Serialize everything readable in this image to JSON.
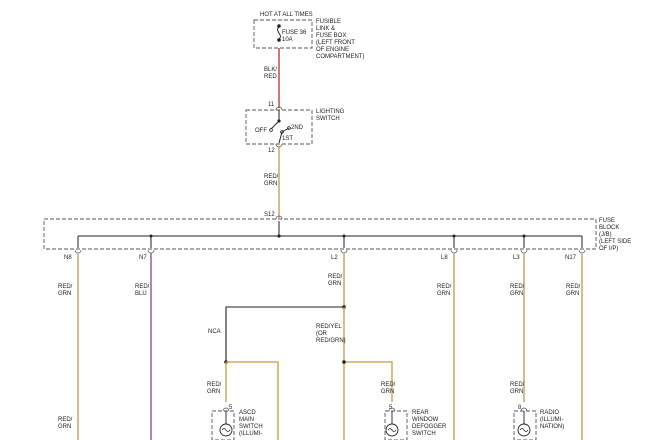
{
  "header": {
    "hot_label": "HOT AT ALL TIMES"
  },
  "fuse": {
    "label_lines": [
      "FUSE 36",
      "10A"
    ],
    "box_note_lines": [
      "FUSIBLE",
      "LINK &",
      "FUSE BOX",
      "(LEFT FRONT",
      "OF ENGINE",
      "COMPARTMENT)"
    ]
  },
  "wire_feed": {
    "lines": [
      "BLK/",
      "RED"
    ],
    "color": "#b03030"
  },
  "lighting_switch": {
    "pin_in": "11",
    "pin_out": "12",
    "name_lines": [
      "LIGHTING",
      "SWITCH"
    ],
    "positions": {
      "off": "OFF",
      "first": "1ST",
      "second": "2ND"
    }
  },
  "wire_switch_out": {
    "lines": [
      "RED/",
      "GRN"
    ],
    "color": "#c8964a"
  },
  "fuse_block": {
    "splice": "S12",
    "name_lines": [
      "FUSE",
      "BLOCK",
      "(J/B)",
      "(LEFT SIDE",
      "OF I/P)"
    ]
  },
  "terminals": [
    {
      "id": "N8",
      "wire_lines": [
        "RED/",
        "GRN"
      ],
      "color": "#c8964a"
    },
    {
      "id": "N7",
      "wire_lines": [
        "RED/",
        "BLU"
      ],
      "color": "#7a4a8a"
    },
    {
      "id": "L2",
      "wire_lines": [
        "RED/",
        "GRN"
      ],
      "color": "#c8964a"
    },
    {
      "id": "L8",
      "wire_lines": [
        "RED/",
        "GRN"
      ],
      "color": "#c8964a"
    },
    {
      "id": "L3",
      "wire_lines": [
        "RED/",
        "GRN"
      ],
      "color": "#c8964a"
    },
    {
      "id": "N17",
      "wire_lines": [
        "RED/",
        "GRN"
      ],
      "color": "#c8964a"
    }
  ],
  "branches": {
    "nca_label": "NCA",
    "alt_wire_lines": [
      "RED/YEL",
      "(OR",
      "RED/GRN)"
    ],
    "alt_color": "#c89a3a",
    "black_color": "#222222"
  },
  "lower_wires": {
    "n8": [
      "RED/",
      "GRN"
    ],
    "ascd": [
      "RED/",
      "GRN"
    ],
    "defog": [
      "RED/",
      "GRN"
    ],
    "radio": [
      "RED/",
      "GRN"
    ]
  },
  "components": [
    {
      "key": "ascd",
      "pin": "5",
      "name_lines": [
        "ASCD",
        "MAIN",
        "SWITCH",
        "(ILLUMI-"
      ]
    },
    {
      "key": "defog",
      "pin": "5",
      "name_lines": [
        "REAR",
        "WINDOW",
        "DEFOGGER",
        "SWITCH"
      ]
    },
    {
      "key": "radio",
      "pin": "8",
      "name_lines": [
        "RADIO",
        "(ILLUMI-",
        "NATION)"
      ]
    }
  ],
  "colors": {
    "red_grn": "#c8964a",
    "red_blu": "#7a4a8a",
    "blk_red": "#b03030"
  }
}
